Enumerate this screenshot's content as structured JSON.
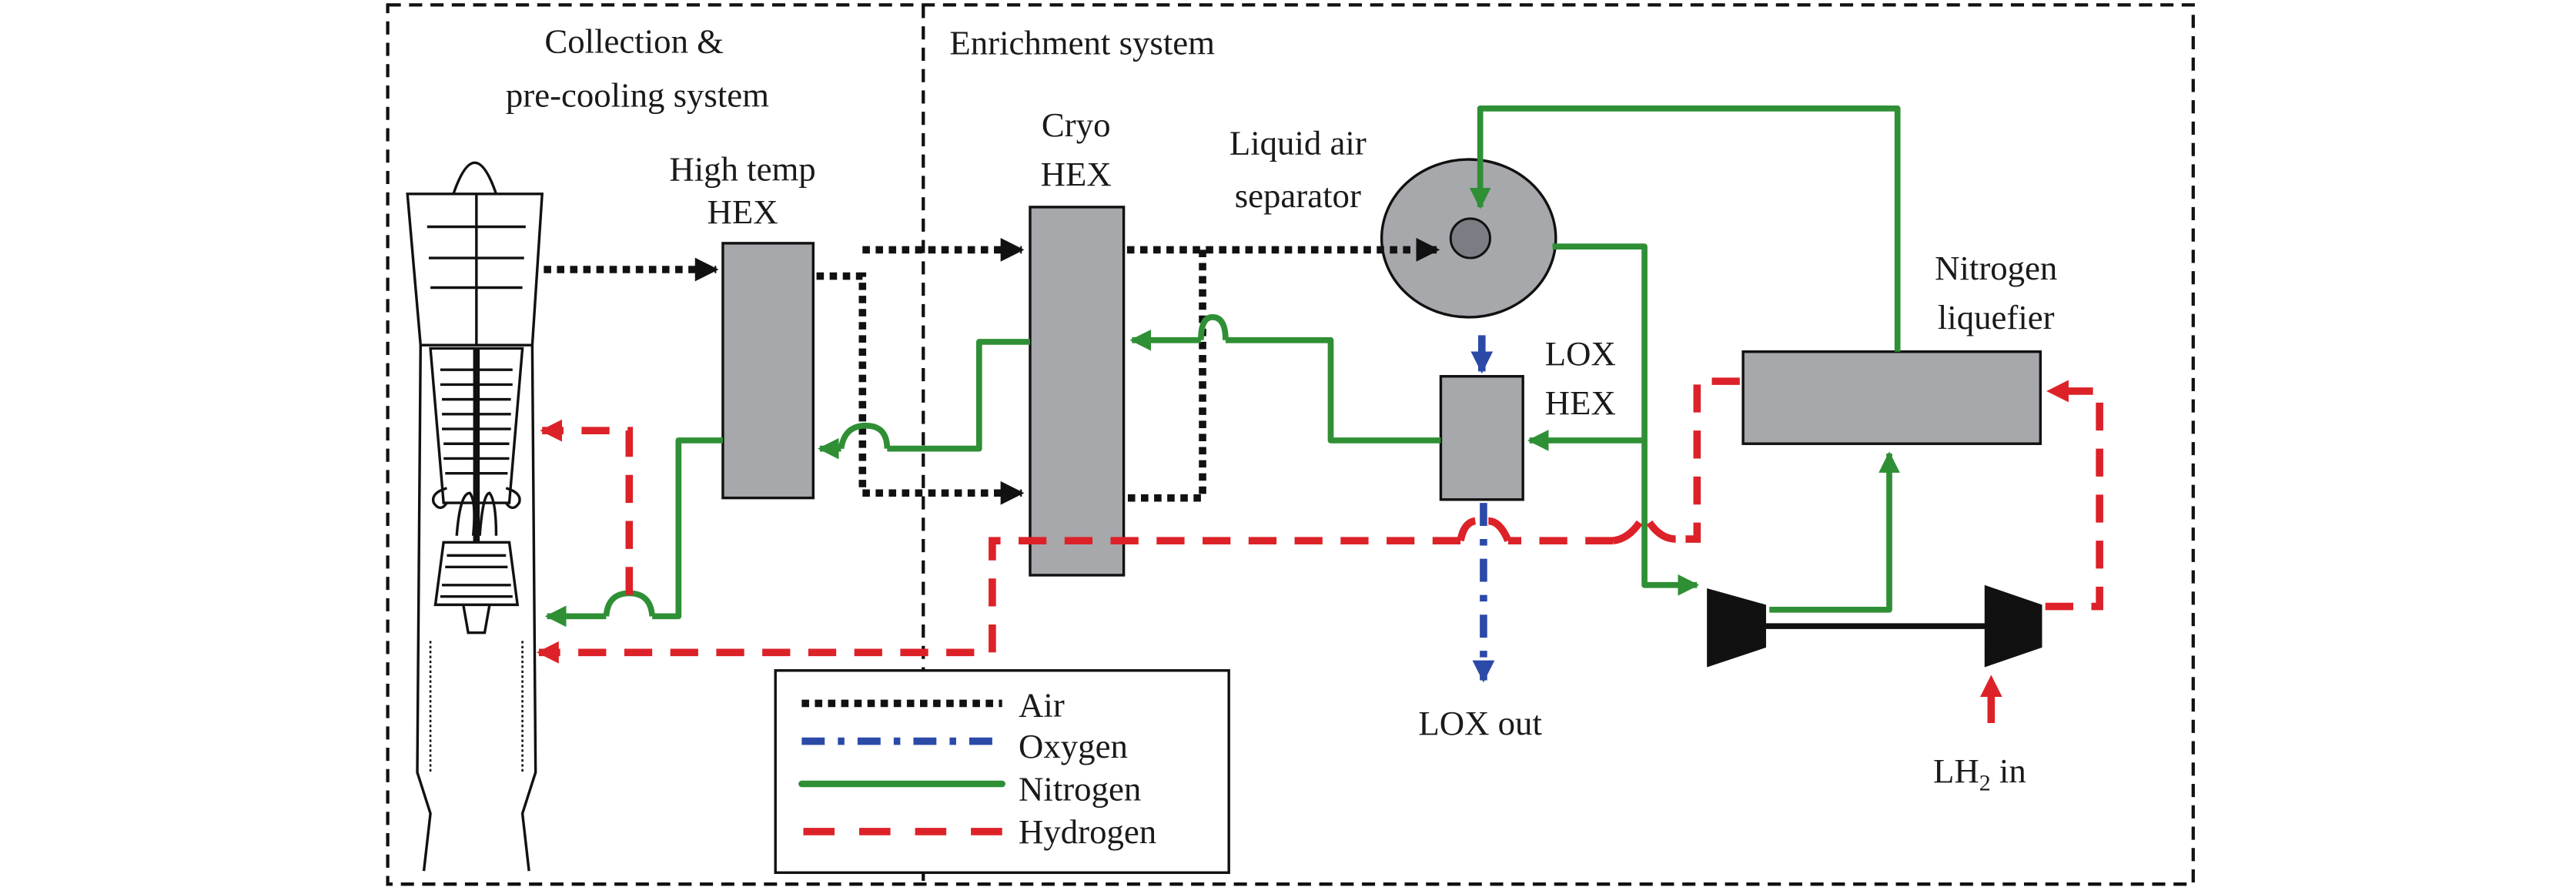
{
  "title": "Air collection, pre-cooling and enrichment system schematic",
  "regions": {
    "collection": "Collection &",
    "collection_line2": "pre-cooling system",
    "enrichment": "Enrichment system"
  },
  "components": {
    "high_temp_hex_line1": "High temp",
    "high_temp_hex_line2": "HEX",
    "cryo_hex_line1": "Cryo",
    "cryo_hex_line2": "HEX",
    "separator_line1": "Liquid air",
    "separator_line2": "separator",
    "lox_hex_line1": "LOX",
    "lox_hex_line2": "HEX",
    "liquefier_line1": "Nitrogen",
    "liquefier_line2": "liquefier",
    "lox_out": "LOX out",
    "lh2_in_prefix": "LH",
    "lh2_in_sub": "2",
    "lh2_in_suffix": " in"
  },
  "legend": {
    "items": [
      {
        "label": "Air",
        "style": "dotted",
        "color": "#111111"
      },
      {
        "label": "Oxygen",
        "style": "dash-dot",
        "color": "#2b4aa8"
      },
      {
        "label": "Nitrogen",
        "style": "solid",
        "color": "#2f8f35"
      },
      {
        "label": "Hydrogen",
        "style": "dashed",
        "color": "#dc2228"
      }
    ]
  },
  "colors": {
    "air": "#111111",
    "oxygen": "#2b4aa8",
    "nitrogen": "#2f8f35",
    "hydrogen": "#dc2228",
    "equipment": "#a7a8ac"
  }
}
